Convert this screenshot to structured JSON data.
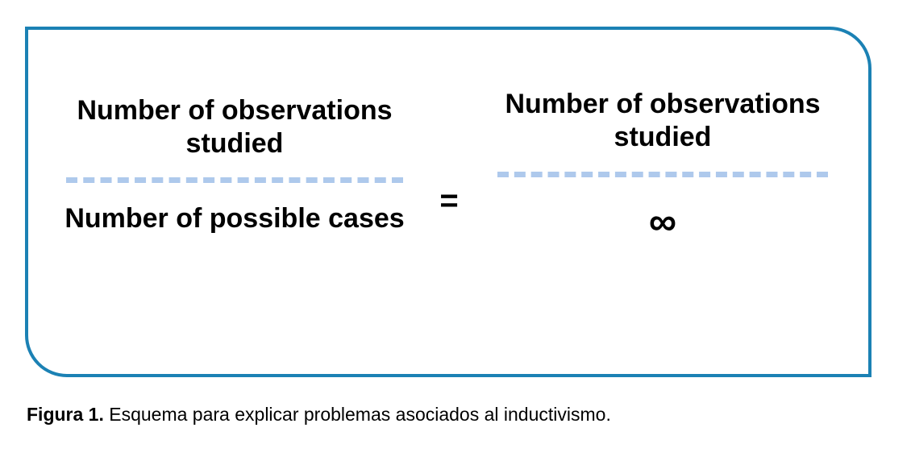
{
  "figure": {
    "border_color": "#1B81B4",
    "dash_color": "#AEC9EC",
    "text_color": "#000000",
    "background": "#FFFFFF",
    "equation": {
      "left_fraction": {
        "numerator": "Number of observations studied",
        "denominator": "Number of possible cases"
      },
      "operator": "=",
      "right_fraction": {
        "numerator": "Number of observations studied",
        "denominator": "∞"
      }
    }
  },
  "caption": {
    "label": "Figura 1.",
    "text": " Esquema para explicar problemas asociados al inductivismo."
  }
}
